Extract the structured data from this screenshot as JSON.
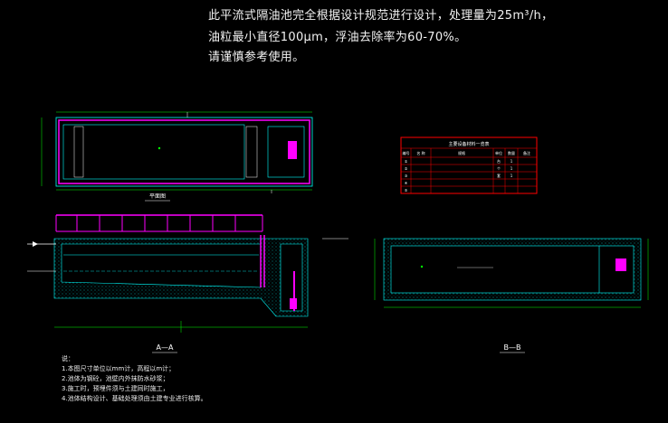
{
  "header": {
    "line1": "此平流式隔油池完全根据设计规范进行设计，处理量为25m³/h，",
    "line2": "油粒最小直径100μm，浮油去除率为60-70%。",
    "line3": "请谨慎参考使用。"
  },
  "labels": {
    "plan": "平面图",
    "section_a": "A—A",
    "section_b": "B—B"
  },
  "table": {
    "title": "主要设备材料一览表",
    "headers": [
      "编号",
      "名 称",
      "规格",
      "单位",
      "数量",
      "备注"
    ],
    "rows": [
      [
        "①",
        "",
        "",
        "台",
        "1",
        ""
      ],
      [
        "②",
        "",
        "",
        "个",
        "1",
        ""
      ],
      [
        "③",
        "",
        "",
        "套",
        "1",
        ""
      ],
      [
        "④",
        "",
        "",
        "",
        "",
        ""
      ],
      [
        "⑤",
        "",
        "",
        "",
        "",
        ""
      ]
    ]
  },
  "notes": {
    "title": "说：",
    "items": [
      "1.本图尺寸单位以mm计，高程以m计；",
      "2.池体为钢砼，池壁内外抹防水砂浆；",
      "3.施工时，预埋件须与土建同时施工，",
      "4.池体结构设计、基础处理须由土建专业进行核算。"
    ]
  },
  "colors": {
    "background": "#000000",
    "wall": "#00ffff",
    "pipe": "#ff00ff",
    "table_border": "#ff0000",
    "text": "#ffffff",
    "dimension": "#00ff00"
  }
}
